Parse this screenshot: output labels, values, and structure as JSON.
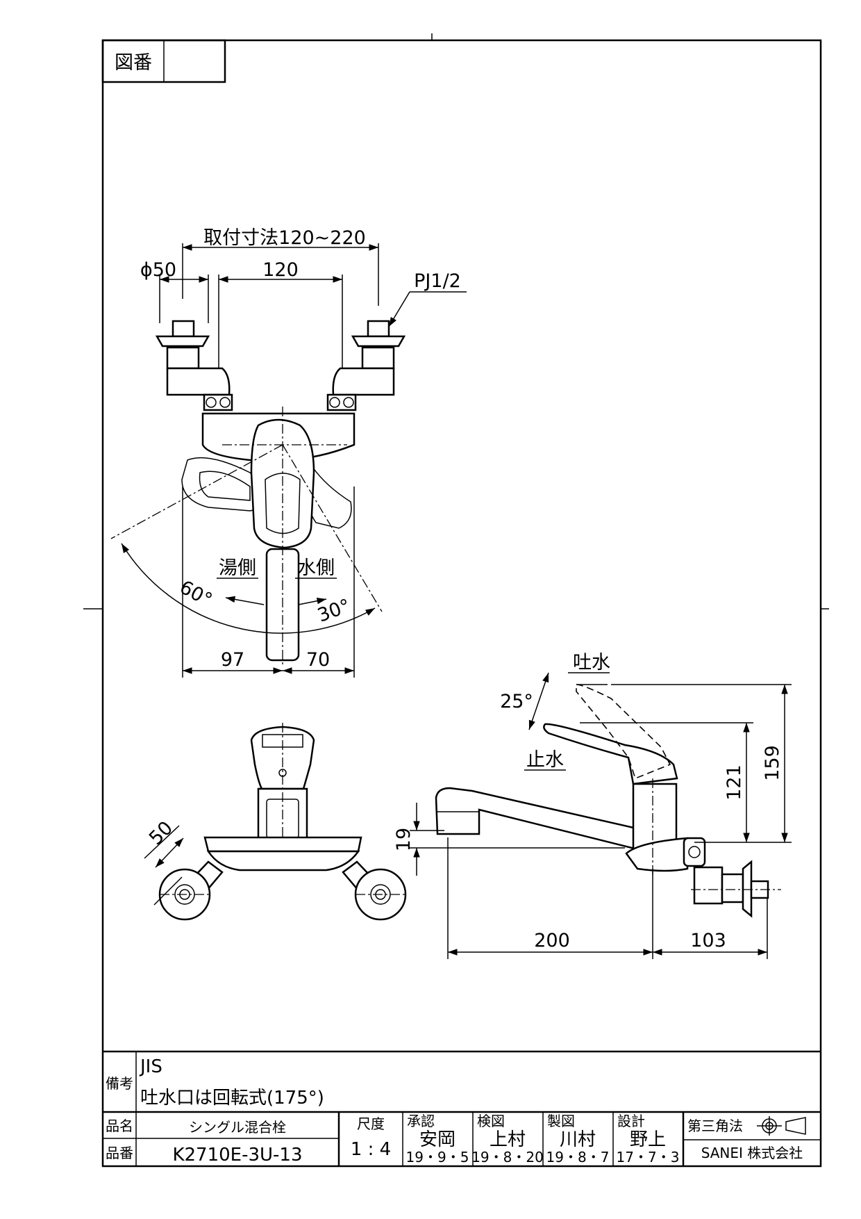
{
  "header": {
    "drawing_no_label": "図番",
    "drawing_no_value": ""
  },
  "dimensions": {
    "mount_range": "取付寸法120~220",
    "phi50": "ϕ50",
    "d120": "120",
    "pj": "PJ1/2",
    "hot_side": "湯側",
    "cold_side": "水側",
    "angle60": "60°",
    "angle30": "30°",
    "d97": "97",
    "d70": "70",
    "spout_label": "吐水",
    "stop_label": "止水",
    "angle25": "25°",
    "d121": "121",
    "d159": "159",
    "d19": "19",
    "d50": "50",
    "d200": "200",
    "d103": "103"
  },
  "title_block": {
    "remarks_label": "備考",
    "remarks_line1": "JIS",
    "remarks_line2": "吐水口は回転式(175°)",
    "product_name_label": "品名",
    "product_name": "シングル混合栓",
    "product_no_label": "品番",
    "product_no": "K2710E-3U-13",
    "scale_label": "尺度",
    "scale_value": "1 : 4",
    "approved_label": "承認",
    "approved_name": "安岡",
    "approved_date": "19・9・5",
    "checked_label": "検図",
    "checked_name": "上村",
    "checked_date": "19・8・20",
    "drawn_label": "製図",
    "drawn_name": "川村",
    "drawn_date": "19・8・7",
    "design_label": "設計",
    "design_name": "野上",
    "design_date": "17・7・3",
    "projection_label": "第三角法",
    "company": "SANEI 株式会社"
  }
}
